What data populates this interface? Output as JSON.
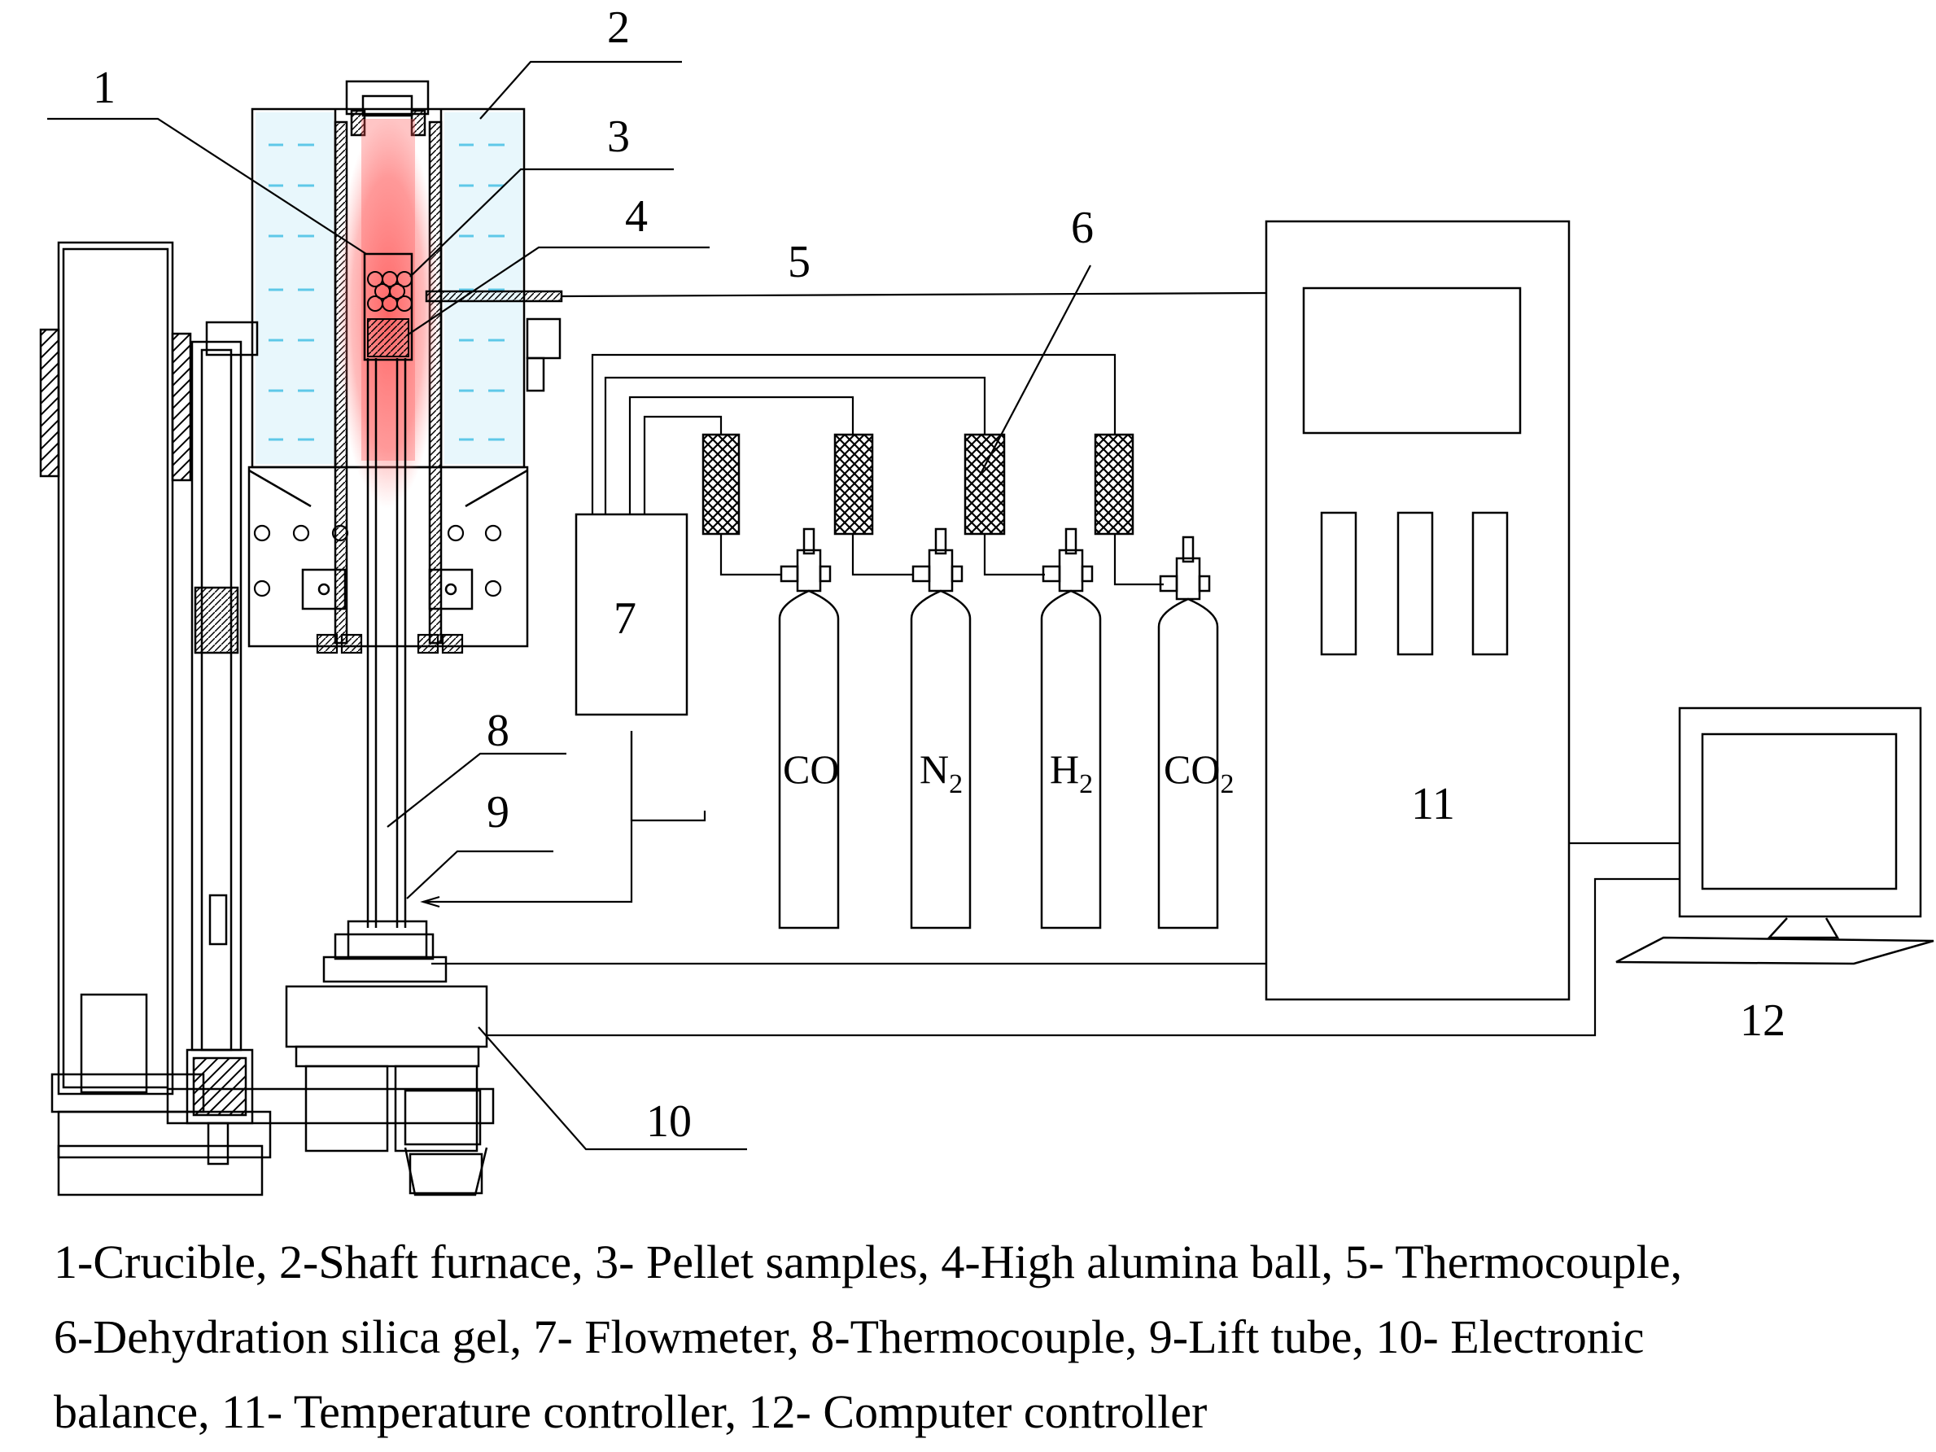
{
  "labels": {
    "n1": "1",
    "n2": "2",
    "n3": "3",
    "n4": "4",
    "n5": "5",
    "n6": "6",
    "n7": "7",
    "n8": "8",
    "n9": "9",
    "n10": "10",
    "n11": "11",
    "n12": "12"
  },
  "gases": {
    "co": "CO",
    "n2_main": "N",
    "n2_sub": "2",
    "h2_main": "H",
    "h2_sub": "2",
    "co2_main": "CO",
    "co2_sub": "2"
  },
  "caption": {
    "line1": "1-Crucible, 2-Shaft furnace, 3- Pellet samples, 4-High alumina ball, 5- Thermocouple,",
    "line2": "6-Dehydration  silica gel, 7- Flowmeter, 8-Thermocouple, 9-Lift tube, 10- Electronic",
    "line3": "balance, 11- Temperature controller, 12- Computer controller"
  },
  "colors": {
    "water": "#5ec8e8",
    "heat": "#ff4d4d",
    "line": "#000000"
  }
}
